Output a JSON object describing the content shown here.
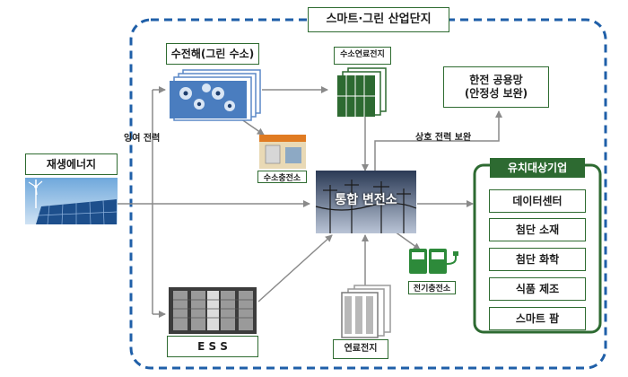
{
  "colors": {
    "frame_dash": "#1f5fa8",
    "box_border": "#2e6b30",
    "dark_green": "#2d6a31",
    "arrow": "#8a8a8a"
  },
  "title": "스마트·그린 산업단지",
  "nodes": {
    "renewable": "재생에너지",
    "hydrolysis": "수전해(그린 수소)",
    "fuelcell_plant": "수소연료전지",
    "hydrogen_station": "수소충전소",
    "kepco": "한전 공용망\n(안정성 보완)",
    "substation": "통합 변전소",
    "ev_station": "전기충전소",
    "ess": "E S S",
    "fuel_cell": "연료전지"
  },
  "labels": {
    "surplus_power": "잉여 전력",
    "mutual_supply": "상호 전력 보완"
  },
  "industries": {
    "header": "유치대상기업",
    "items": [
      "데이터센터",
      "첨단 소재",
      "첨단 화학",
      "식품 제조",
      "스마트 팜"
    ]
  }
}
